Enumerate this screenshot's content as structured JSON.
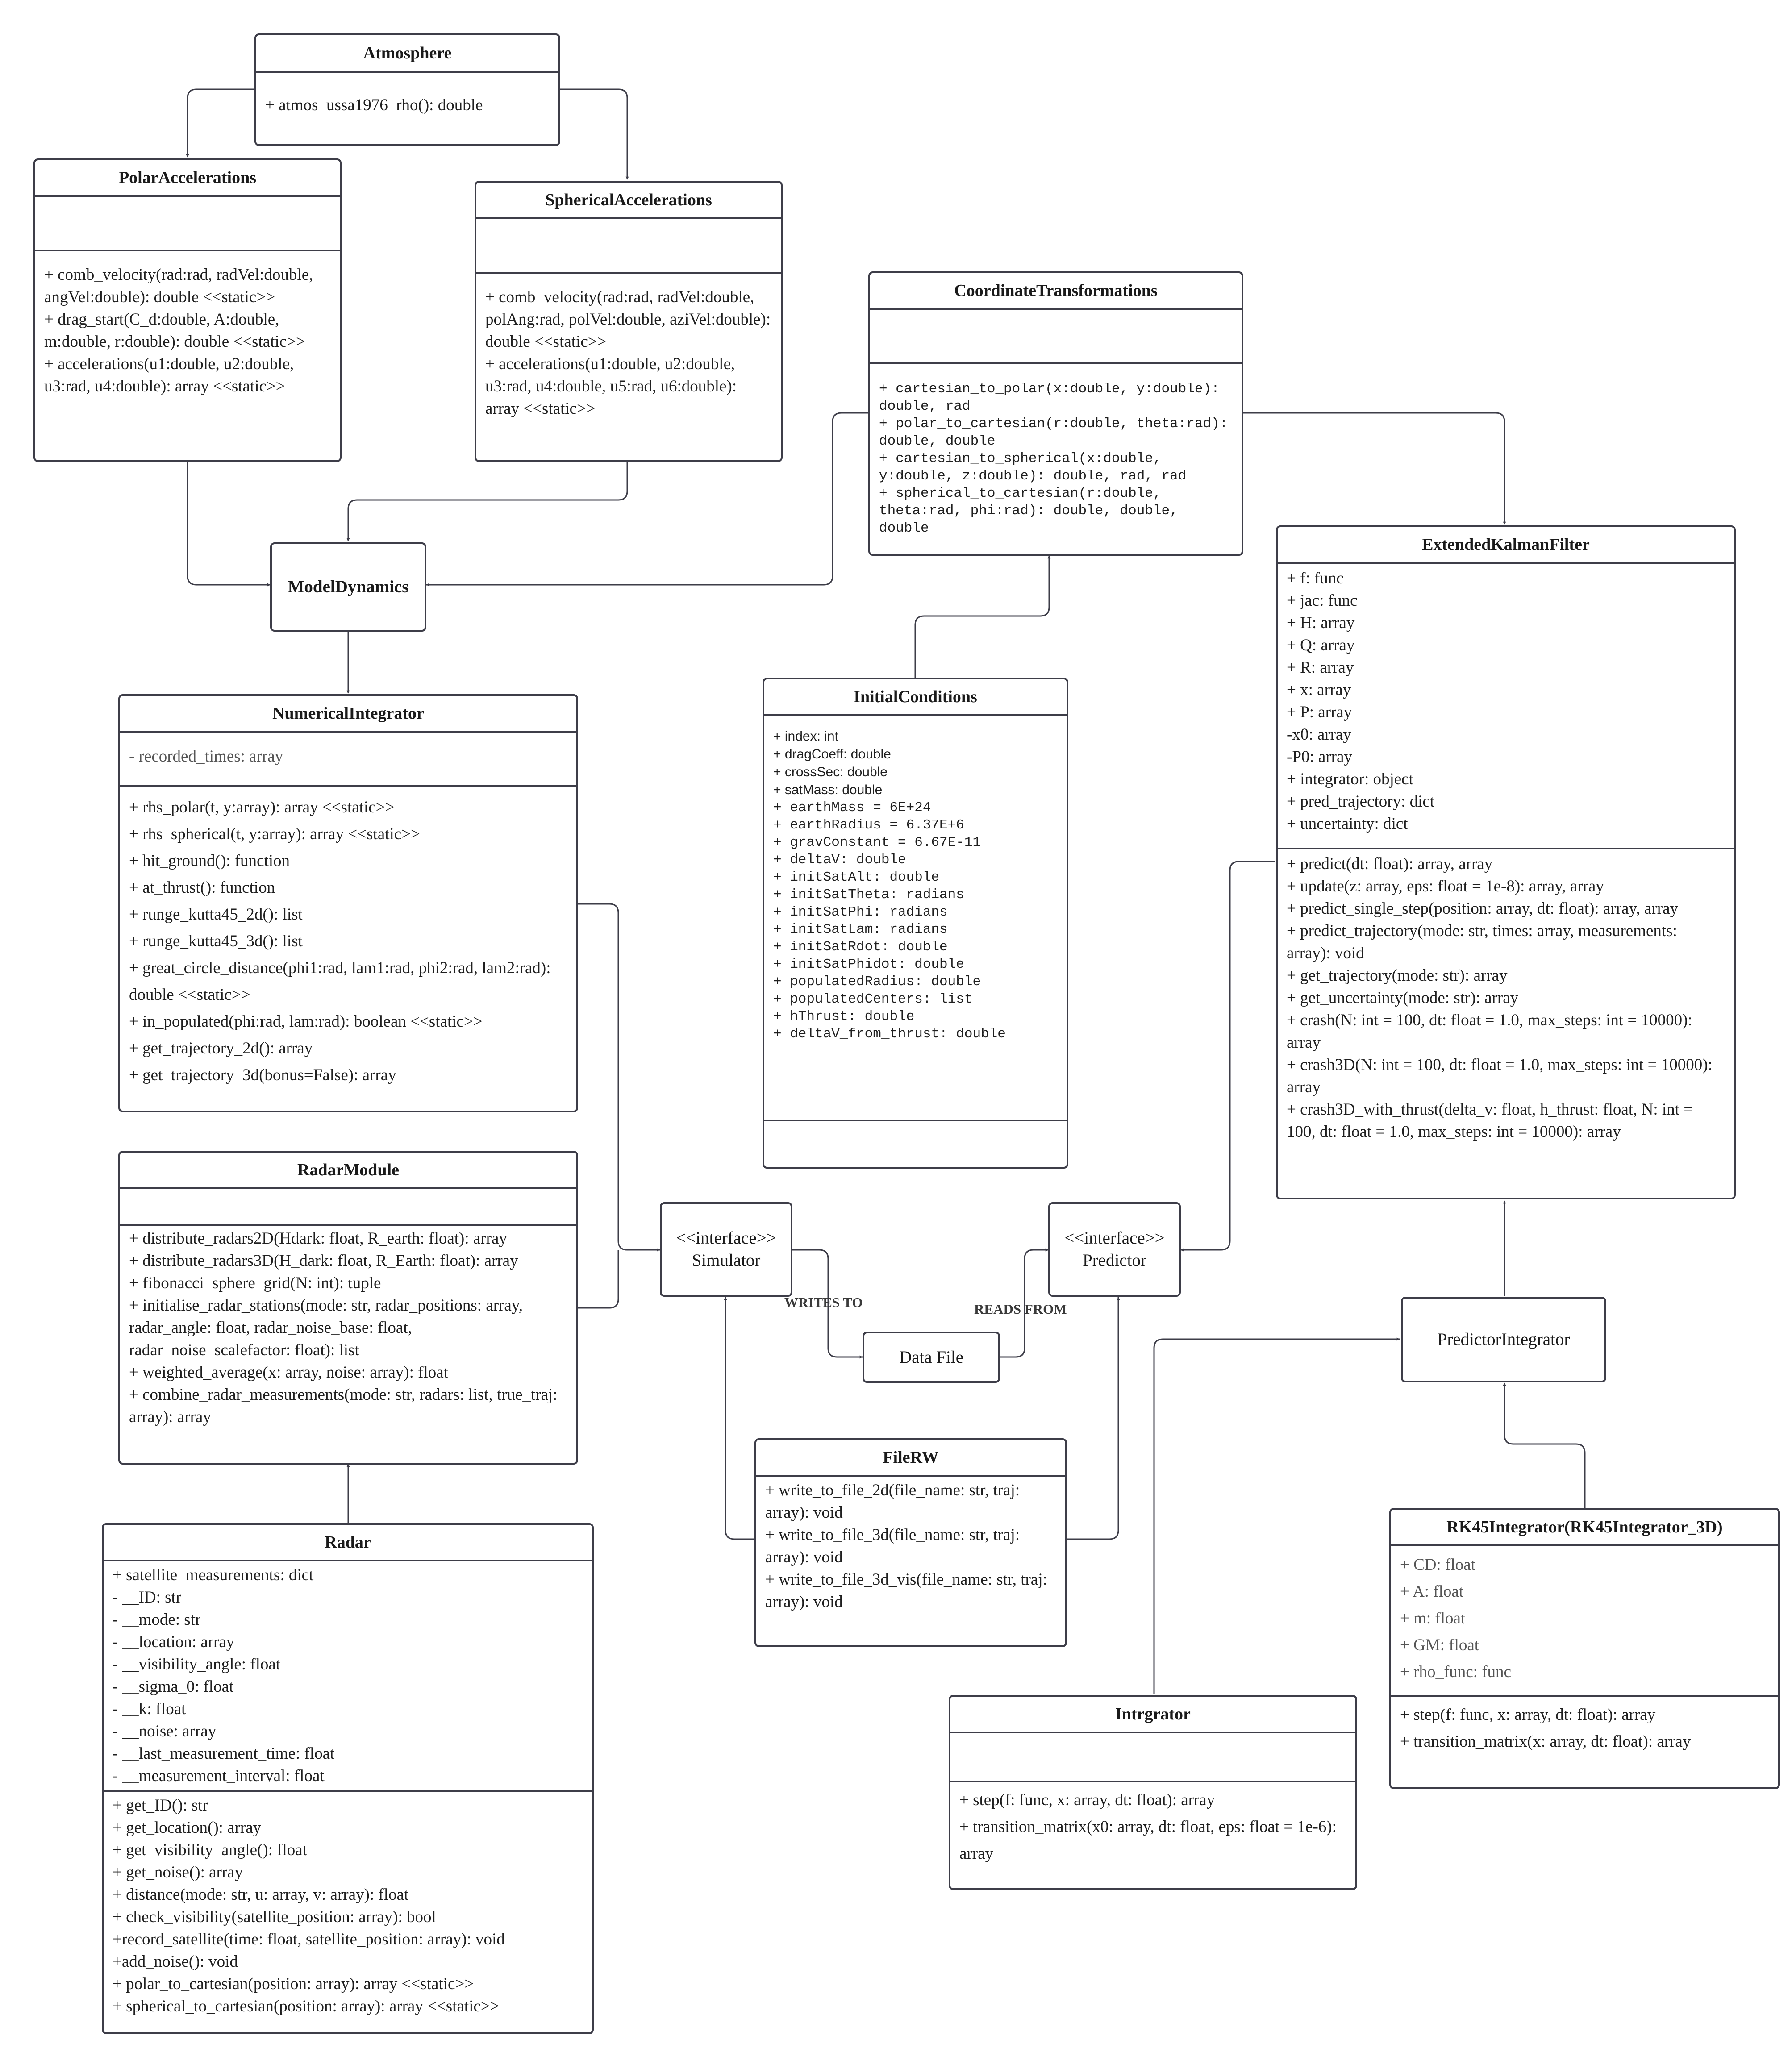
{
  "classes": {
    "atmosphere": {
      "name": "Atmosphere",
      "attributes": [],
      "methods": [
        "+ atmos_ussa1976_rho(): double"
      ]
    },
    "polar_accelerations": {
      "name": "PolarAccelerations",
      "attributes": [],
      "methods": [
        "+ comb_velocity(rad:rad, radVel:double, angVel:double): double <<static>>",
        "+ drag_start(C_d:double, A:double, m:double, r:double): double <<static>>",
        "+ accelerations(u1:double, u2:double, u3:rad, u4:double): array <<static>>"
      ]
    },
    "spherical_accelerations": {
      "name": "SphericalAccelerations",
      "attributes": [],
      "methods": [
        "+ comb_velocity(rad:rad, radVel:double, polAng:rad, polVel:double, aziVel:double): double <<static>>",
        "+ accelerations(u1:double, u2:double, u3:rad, u4:double, u5:rad, u6:double): array <<static>>"
      ]
    },
    "coordinate_transformations": {
      "name": "CoordinateTransformations",
      "attributes": [],
      "methods": [
        "+ cartesian_to_polar(x:double, y:double): double, rad",
        "+ polar_to_cartesian(r:double, theta:rad): double, double",
        "+ cartesian_to_spherical(x:double, y:double, z:double): double, rad, rad",
        "+ spherical_to_cartesian(r:double, theta:rad, phi:rad): double, double, double"
      ]
    },
    "model_dynamics": {
      "name": "ModelDynamics"
    },
    "numerical_integrator": {
      "name": "NumericalIntegrator",
      "attributes": [
        "- recorded_times: array"
      ],
      "methods": [
        "+ rhs_polar(t, y:array): array <<static>>",
        "+ rhs_spherical(t, y:array): array <<static>>",
        "+ hit_ground(): function",
        "+ at_thrust(): function",
        "+ runge_kutta45_2d(): list",
        "+ runge_kutta45_3d(): list",
        "+ great_circle_distance(phi1:rad, lam1:rad, phi2:rad, lam2:rad): double <<static>>",
        "+ in_populated(phi:rad, lam:rad): boolean <<static>>",
        "+ get_trajectory_2d(): array",
        "+ get_trajectory_3d(bonus=False): array"
      ]
    },
    "initial_conditions": {
      "name": "InitialConditions",
      "attributes_a": [
        "+ index: int",
        "+ dragCoeff: double",
        "+ crossSec: double",
        "+ satMass: double"
      ],
      "attributes_b": [
        "+ earthMass = 6E+24",
        "+ earthRadius = 6.37E+6",
        "+ gravConstant = 6.67E-11",
        "+ deltaV: double",
        "+ initSatAlt: double",
        "+ initSatTheta: radians",
        "+ initSatPhi: radians",
        "+ initSatLam: radians",
        "+ initSatRdot: double",
        "+ initSatPhidot: double",
        "+ populatedRadius: double",
        "+ populatedCenters: list",
        "+ hThrust: double",
        "+ deltaV_from_thrust: double"
      ],
      "methods": []
    },
    "extended_kalman_filter": {
      "name": "ExtendedKalmanFilter",
      "attributes": [
        "+ f: func",
        "+ jac: func",
        "+ H: array",
        "+ Q: array",
        "+ R: array",
        "+ x: array",
        "+ P: array",
        "-x0: array",
        "-P0: array",
        "+ integrator: object",
        "+ pred_trajectory: dict",
        "+ uncertainty: dict"
      ],
      "methods": [
        "+ predict(dt: float): array, array",
        "+ update(z: array, eps: float = 1e-8): array, array",
        "+ predict_single_step(position: array, dt: float): array, array",
        "+ predict_trajectory(mode: str, times: array, measurements: array): void",
        "+ get_trajectory(mode: str): array",
        "+ get_uncertainty(mode: str): array",
        "+ crash(N: int = 100, dt: float = 1.0, max_steps: int = 10000): array",
        "+ crash3D(N: int = 100, dt: float = 1.0, max_steps: int = 10000): array",
        "+ crash3D_with_thrust(delta_v: float, h_thrust: float, N: int = 100, dt: float = 1.0, max_steps: int = 10000): array"
      ]
    },
    "radar_module": {
      "name": "RadarModule",
      "attributes": [],
      "methods": [
        "+ distribute_radars2D(Hdark: float, R_earth: float): array",
        "+ distribute_radars3D(H_dark: float, R_Earth: float): array",
        "+ fibonacci_sphere_grid(N: int): tuple",
        "+ initialise_radar_stations(mode: str, radar_positions: array, radar_angle: float, radar_noise_base: float, radar_noise_scalefactor: float): list",
        "+ weighted_average(x: array, noise: array): float",
        "+ combine_radar_measurements(mode: str, radars: list, true_traj: array): array"
      ]
    },
    "simulator": {
      "stereotype": "<<interface>>",
      "name": "Simulator"
    },
    "predictor": {
      "stereotype": "<<interface>>",
      "name": "Predictor"
    },
    "data_file": {
      "name": "Data File"
    },
    "predictor_integrator": {
      "name": "PredictorIntegrator"
    },
    "file_rw": {
      "name": "FileRW",
      "attributes": [],
      "methods": [
        "+ write_to_file_2d(file_name: str, traj: array): void",
        "+ write_to_file_3d(file_name: str, traj: array): void",
        "+ write_to_file_3d_vis(file_name: str, traj: array): void"
      ]
    },
    "radar": {
      "name": "Radar",
      "attributes": [
        "+ satellite_measurements: dict",
        "- __ID: str",
        "- __mode: str",
        "- __location: array",
        "- __visibility_angle: float",
        "- __sigma_0: float",
        "- __k: float",
        "- __noise: array",
        "- __last_measurement_time: float",
        "- __measurement_interval: float"
      ],
      "methods": [
        "+ get_ID(): str",
        "+ get_location(): array",
        "+ get_visibility_angle(): float",
        "+ get_noise(): array",
        "+ distance(mode: str, u: array, v: array): float",
        "+ check_visibility(satellite_position: array): bool",
        "+record_satellite(time: float, satellite_position: array): void",
        "+add_noise(): void",
        "+ polar_to_cartesian(position: array): array <<static>>",
        "+ spherical_to_cartesian(position: array): array <<static>>"
      ]
    },
    "rk45_integrator": {
      "name": "RK45Integrator(RK45Integrator_3D)",
      "attributes": [
        "+ CD: float",
        "+ A: float",
        "+ m: float",
        "+ GM: float",
        "+ rho_func: func"
      ],
      "methods": [
        "+ step(f: func, x: array, dt: float): array",
        "+ transition_matrix(x: array, dt: float): array"
      ]
    },
    "intrgrator": {
      "name": "Intrgrator",
      "attributes": [],
      "methods": [
        "+ step(f: func, x: array, dt: float): array",
        "+ transition_matrix(x0: array, dt: float, eps: float = 1e-6): array"
      ]
    }
  },
  "edge_labels": {
    "writes_to": "WRITES TO",
    "reads_from": "READS FROM"
  }
}
